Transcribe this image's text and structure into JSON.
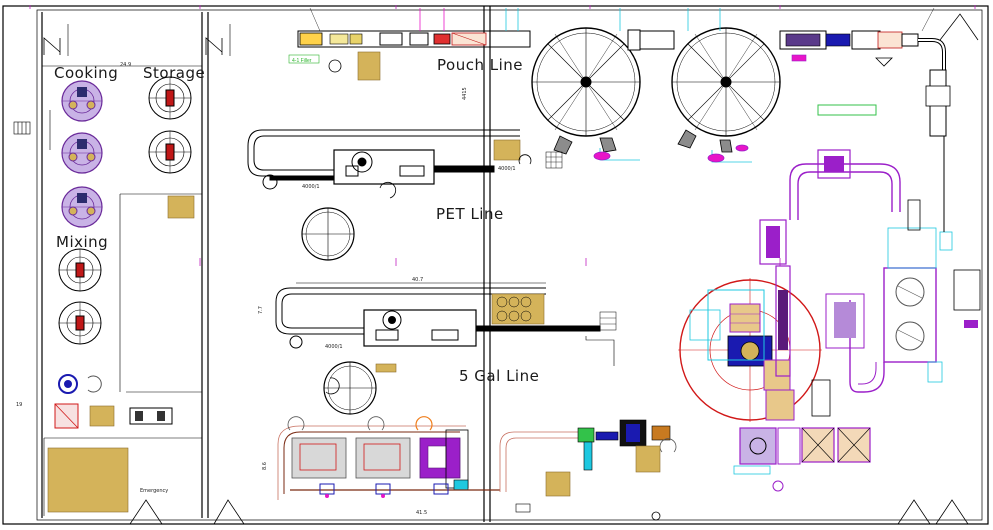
{
  "areas": {
    "cooking": "Cooking",
    "storage": "Storage",
    "mixing": "Mixing",
    "pouch_line": "Pouch Line",
    "pet_line": "PET Line",
    "gal_line": "5 Gal Line"
  },
  "dimensions": {
    "left_room_width": "24.9",
    "pouch_gap": "4415",
    "pet_conveyor": "4000/1",
    "pet_filler": "4000/1",
    "gal_conveyor": "4000/1",
    "gal_span": "40.7",
    "gal_height": "7.7",
    "bottom_span": "41.5",
    "bottom_height": "8.6",
    "left_side_dim": "19"
  },
  "colors": {
    "wall": "#000000",
    "equipment": "#111111",
    "purple": "#9b1fc9",
    "magenta": "#e815c8",
    "cyan": "#1ec8e0",
    "red": "#d11818",
    "brown": "#7a2a12",
    "gold": "#d4b35a",
    "green": "#33c24a",
    "grey": "#8c8c8c",
    "orange": "#f07d1a"
  }
}
